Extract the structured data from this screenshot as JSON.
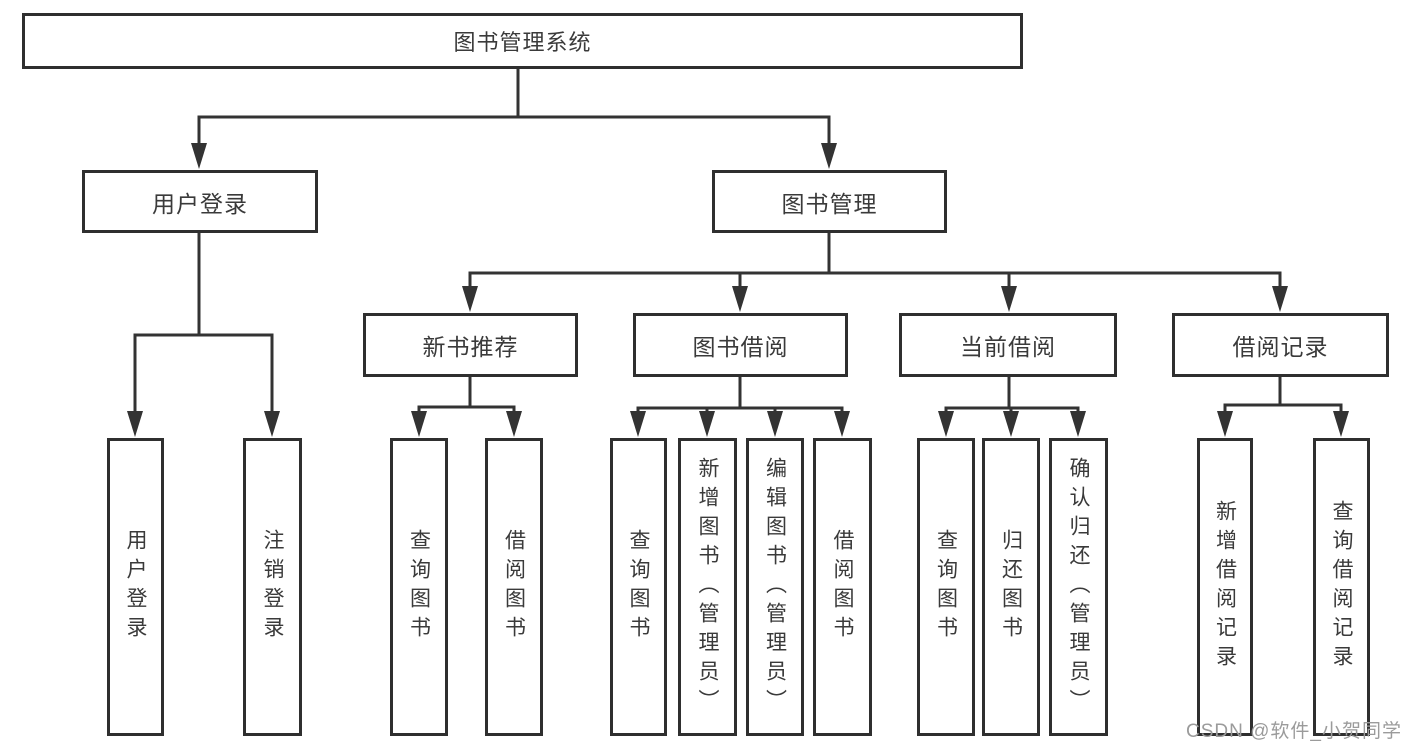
{
  "diagram_title": "图书管理系统",
  "watermark": {
    "text": "CSDN @软件_小贺同学",
    "color": "#9b9b9b"
  },
  "colors": {
    "line": "#333333",
    "box_border": "#2f2f2f",
    "text": "#3a3a3a",
    "background": "#ffffff"
  },
  "tree": {
    "label": "图书管理系统",
    "children": [
      {
        "label": "用户登录",
        "children": [
          {
            "label": "用户登录"
          },
          {
            "label": "注销登录"
          }
        ]
      },
      {
        "label": "图书管理",
        "children": [
          {
            "label": "新书推荐",
            "children": [
              {
                "label": "查询图书"
              },
              {
                "label": "借阅图书"
              }
            ]
          },
          {
            "label": "图书借阅",
            "children": [
              {
                "label": "查询图书"
              },
              {
                "label": "新增图书（管理员）"
              },
              {
                "label": "编辑图书（管理员）"
              },
              {
                "label": "借阅图书"
              }
            ]
          },
          {
            "label": "当前借阅",
            "children": [
              {
                "label": "查询图书"
              },
              {
                "label": "归还图书"
              },
              {
                "label": "确认归还（管理员）"
              }
            ]
          },
          {
            "label": "借阅记录",
            "children": [
              {
                "label": "新增借阅记录"
              },
              {
                "label": "查询借阅记录"
              }
            ]
          }
        ]
      }
    ]
  }
}
